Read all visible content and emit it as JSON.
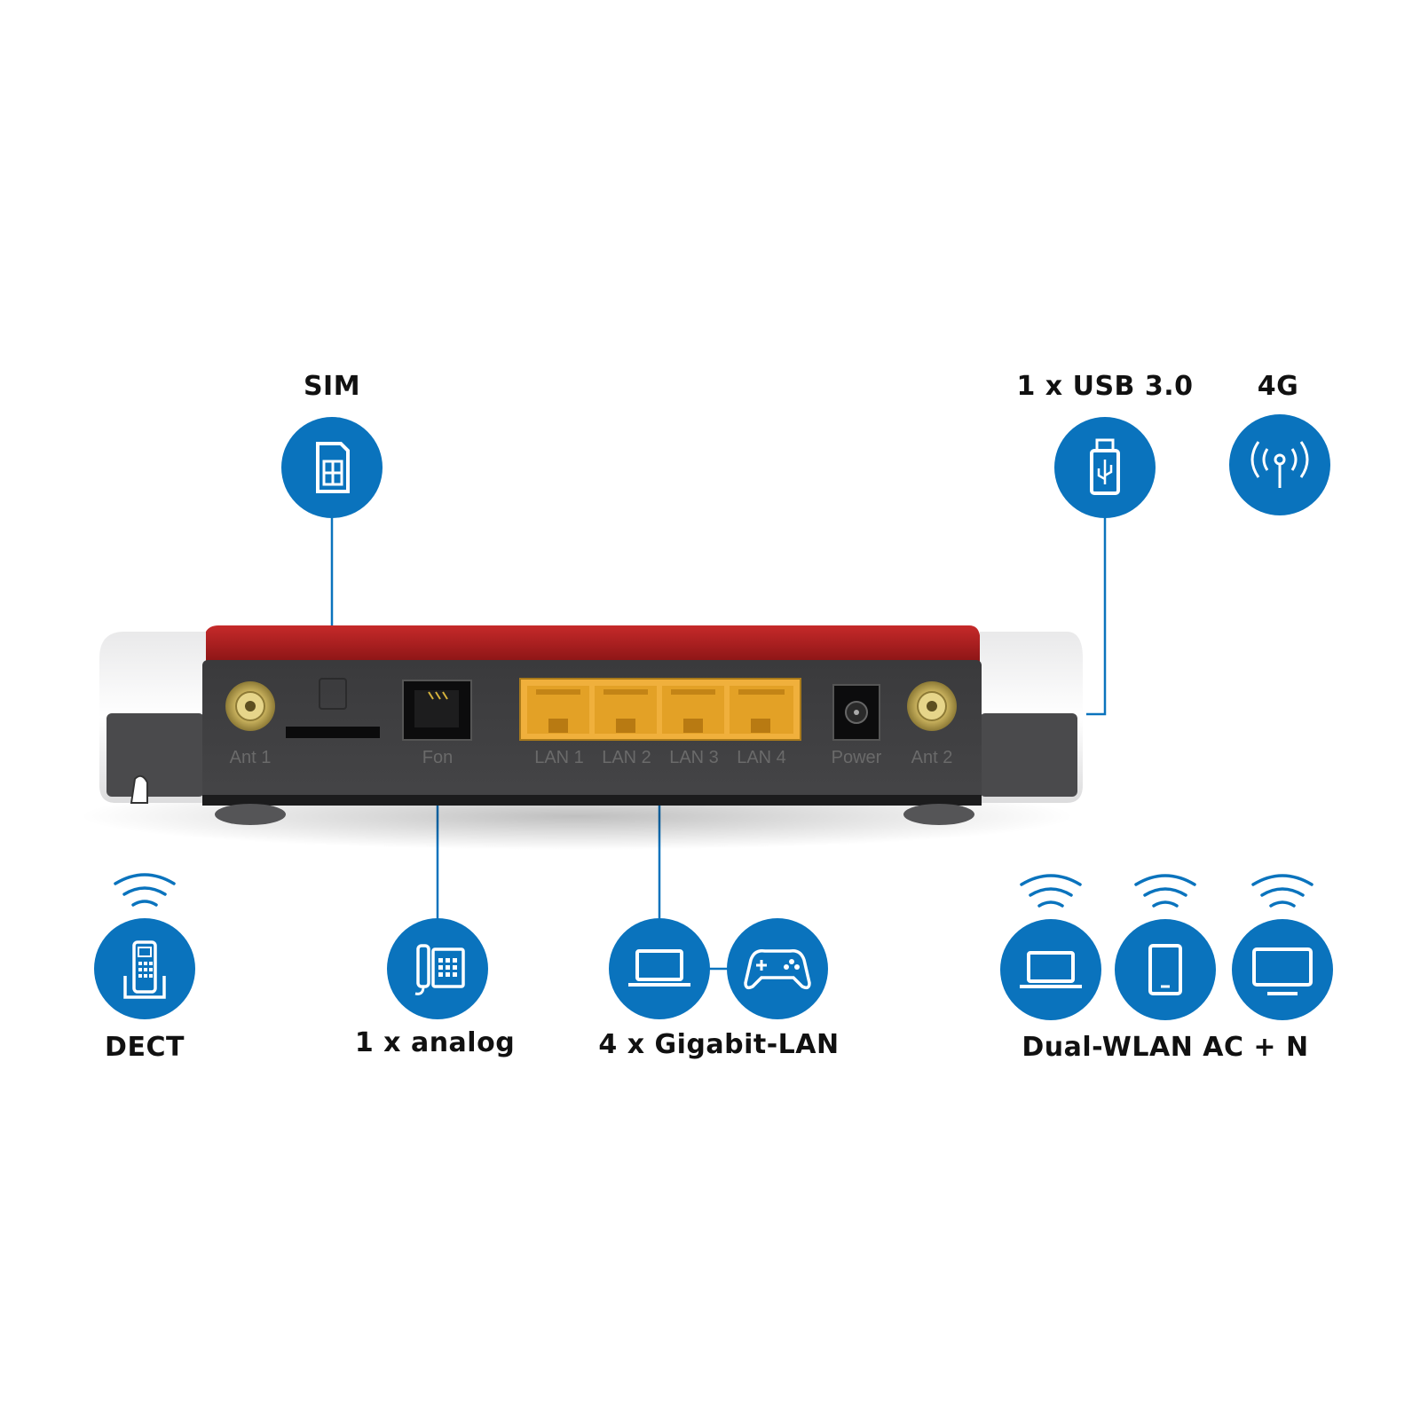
{
  "features": {
    "sim": "SIM",
    "usb": "1 x USB 3.0",
    "lte": "4G",
    "dect": "DECT",
    "analog": "1 x analog",
    "lan": "4 x Gigabit-LAN",
    "wlan": "Dual-WLAN AC + N"
  },
  "ports": {
    "ant1": "Ant 1",
    "fon": "Fon",
    "lan1": "LAN 1",
    "lan2": "LAN 2",
    "lan3": "LAN 3",
    "lan4": "LAN 4",
    "power": "Power",
    "ant2": "Ant 2"
  },
  "icons": {
    "sim": "sim-card-icon",
    "usb": "usb-stick-icon",
    "lte": "antenna-signal-icon",
    "dect": "cordless-phone-icon",
    "analog": "desk-phone-icon",
    "laptop": "laptop-icon",
    "gamepad": "gamepad-icon",
    "tablet": "tablet-icon",
    "monitor": "monitor-icon",
    "wifi": "wifi-waves-icon"
  },
  "colors": {
    "accent_blue": "#0a73bd",
    "router_red": "#a51d1f",
    "router_body": "#3d3d3f",
    "lan_port": "#f0b03c"
  }
}
